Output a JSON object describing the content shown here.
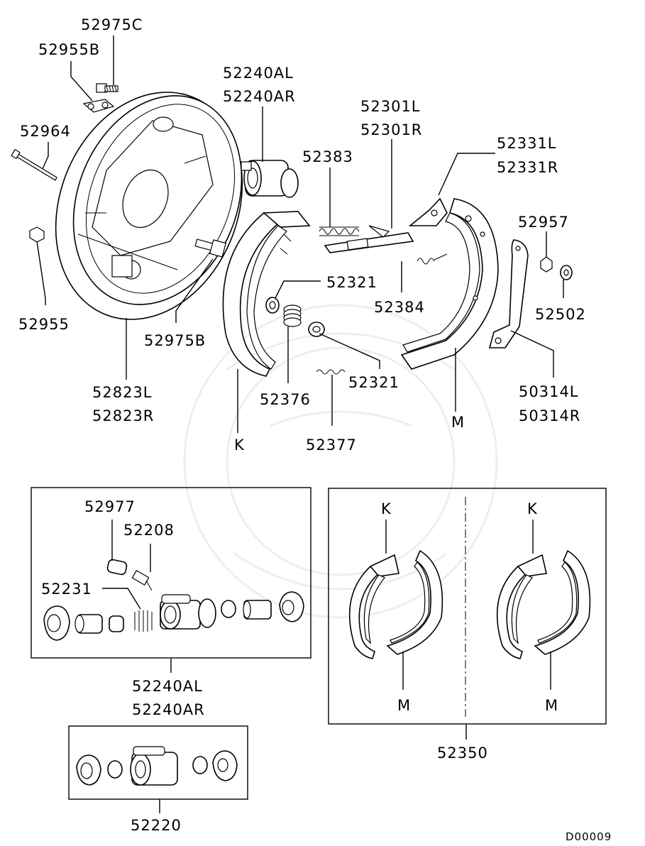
{
  "labels": {
    "p52975C": "52975C",
    "p52955B": "52955B",
    "p52240AL": "52240AL",
    "p52240AR": "52240AR",
    "p52301L": "52301L",
    "p52301R": "52301R",
    "p52964": "52964",
    "p52383": "52383",
    "p52331L": "52331L",
    "p52331R": "52331R",
    "p52957": "52957",
    "p52321a": "52321",
    "p52384": "52384",
    "p52502": "52502",
    "p52955": "52955",
    "p52975B": "52975B",
    "p52376": "52376",
    "p52321b": "52321",
    "p50314L": "50314L",
    "p50314R": "50314R",
    "p52823L": "52823L",
    "p52823R": "52823R",
    "p52377": "52377",
    "K": "K",
    "M": "M",
    "p52977": "52977",
    "p52208": "52208",
    "p52231": "52231",
    "box1_52240AL": "52240AL",
    "box1_52240AR": "52240AR",
    "p52350": "52350",
    "p52220": "52220",
    "diagram_code": "D00009"
  }
}
